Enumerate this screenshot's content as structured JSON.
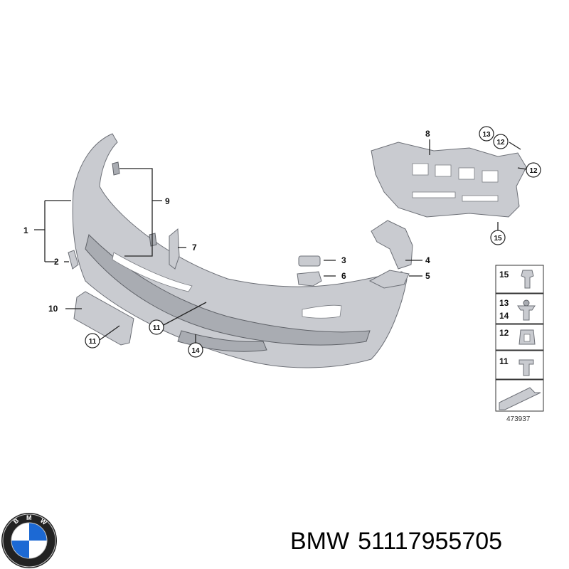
{
  "callouts": {
    "c1": "1",
    "c2": "2",
    "c3": "3",
    "c4": "4",
    "c5": "5",
    "c6": "6",
    "c7": "7",
    "c8": "8",
    "c9": "9",
    "c10": "10",
    "c11a": "11",
    "c11b": "11",
    "c12a": "12",
    "c12b": "12",
    "c13": "13",
    "c14": "14",
    "c15": "15"
  },
  "legend": {
    "row1": "15",
    "row2a": "13",
    "row2b": "14",
    "row3": "12",
    "row4": "11"
  },
  "diagram_ref": "473937",
  "footer": {
    "brand": "BMW",
    "part_number": "51117955705"
  },
  "colors": {
    "bumper": "#c9cbd0",
    "bmw_blue": "#1c69d4"
  }
}
